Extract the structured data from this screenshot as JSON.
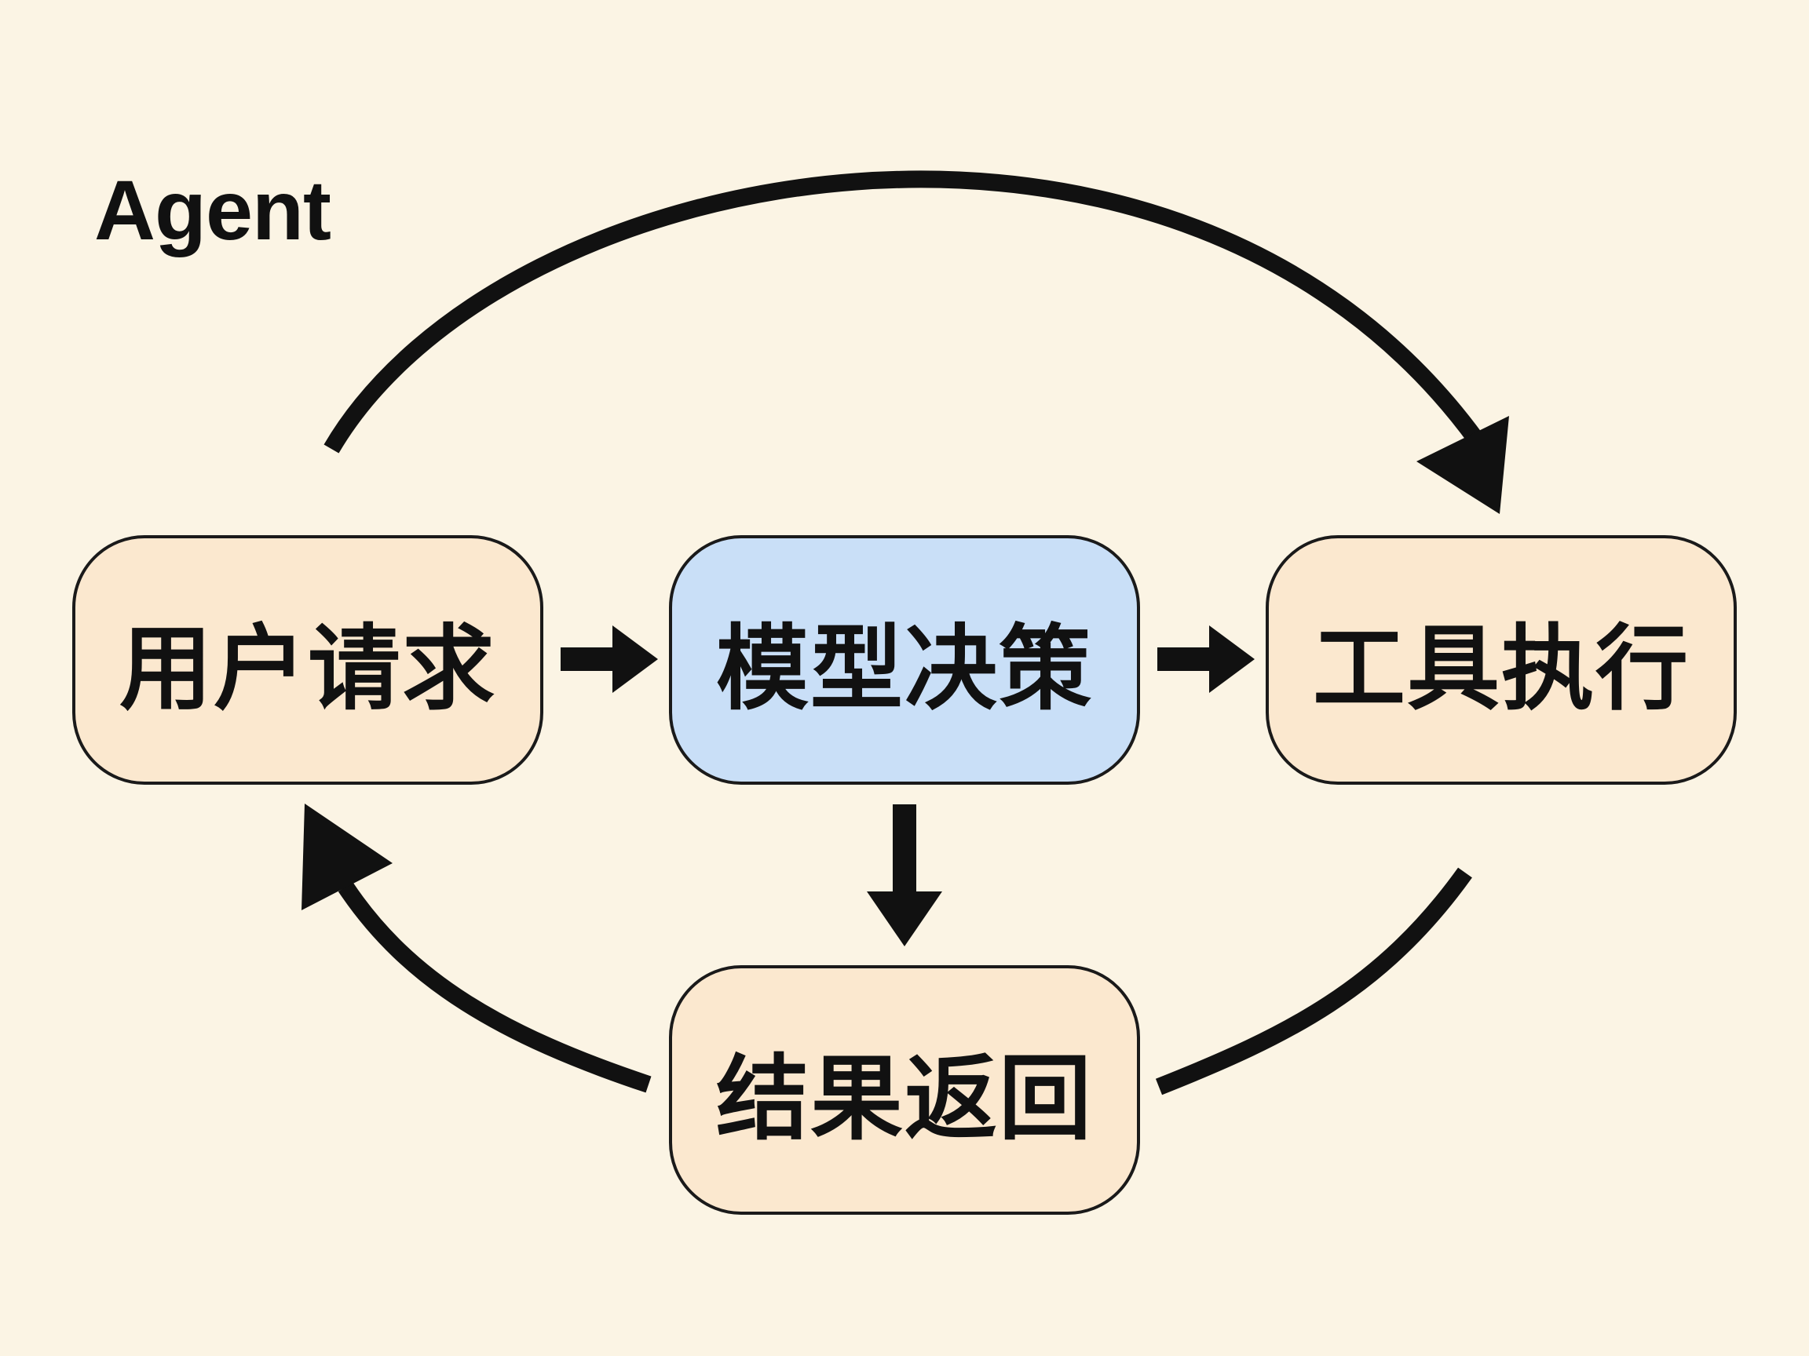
{
  "title": "Agent",
  "colors": {
    "background": "#fbf4e4",
    "node_default": "#fbe8cf",
    "node_highlight": "#c9dff7",
    "stroke": "#111111"
  },
  "nodes": {
    "user_request": "用户请求",
    "model_decision": "模型决策",
    "tool_execution": "工具执行",
    "result_return": "结果返回"
  },
  "edges": [
    {
      "from": "user_request",
      "to": "model_decision",
      "style": "straight"
    },
    {
      "from": "model_decision",
      "to": "tool_execution",
      "style": "straight"
    },
    {
      "from": "model_decision",
      "to": "result_return",
      "style": "straight"
    },
    {
      "from": "user_request",
      "to": "tool_execution",
      "style": "arc-top"
    },
    {
      "from": "tool_execution",
      "to": "result_return",
      "style": "arc-bottom-right"
    },
    {
      "from": "result_return",
      "to": "user_request",
      "style": "arc-bottom-left"
    }
  ]
}
